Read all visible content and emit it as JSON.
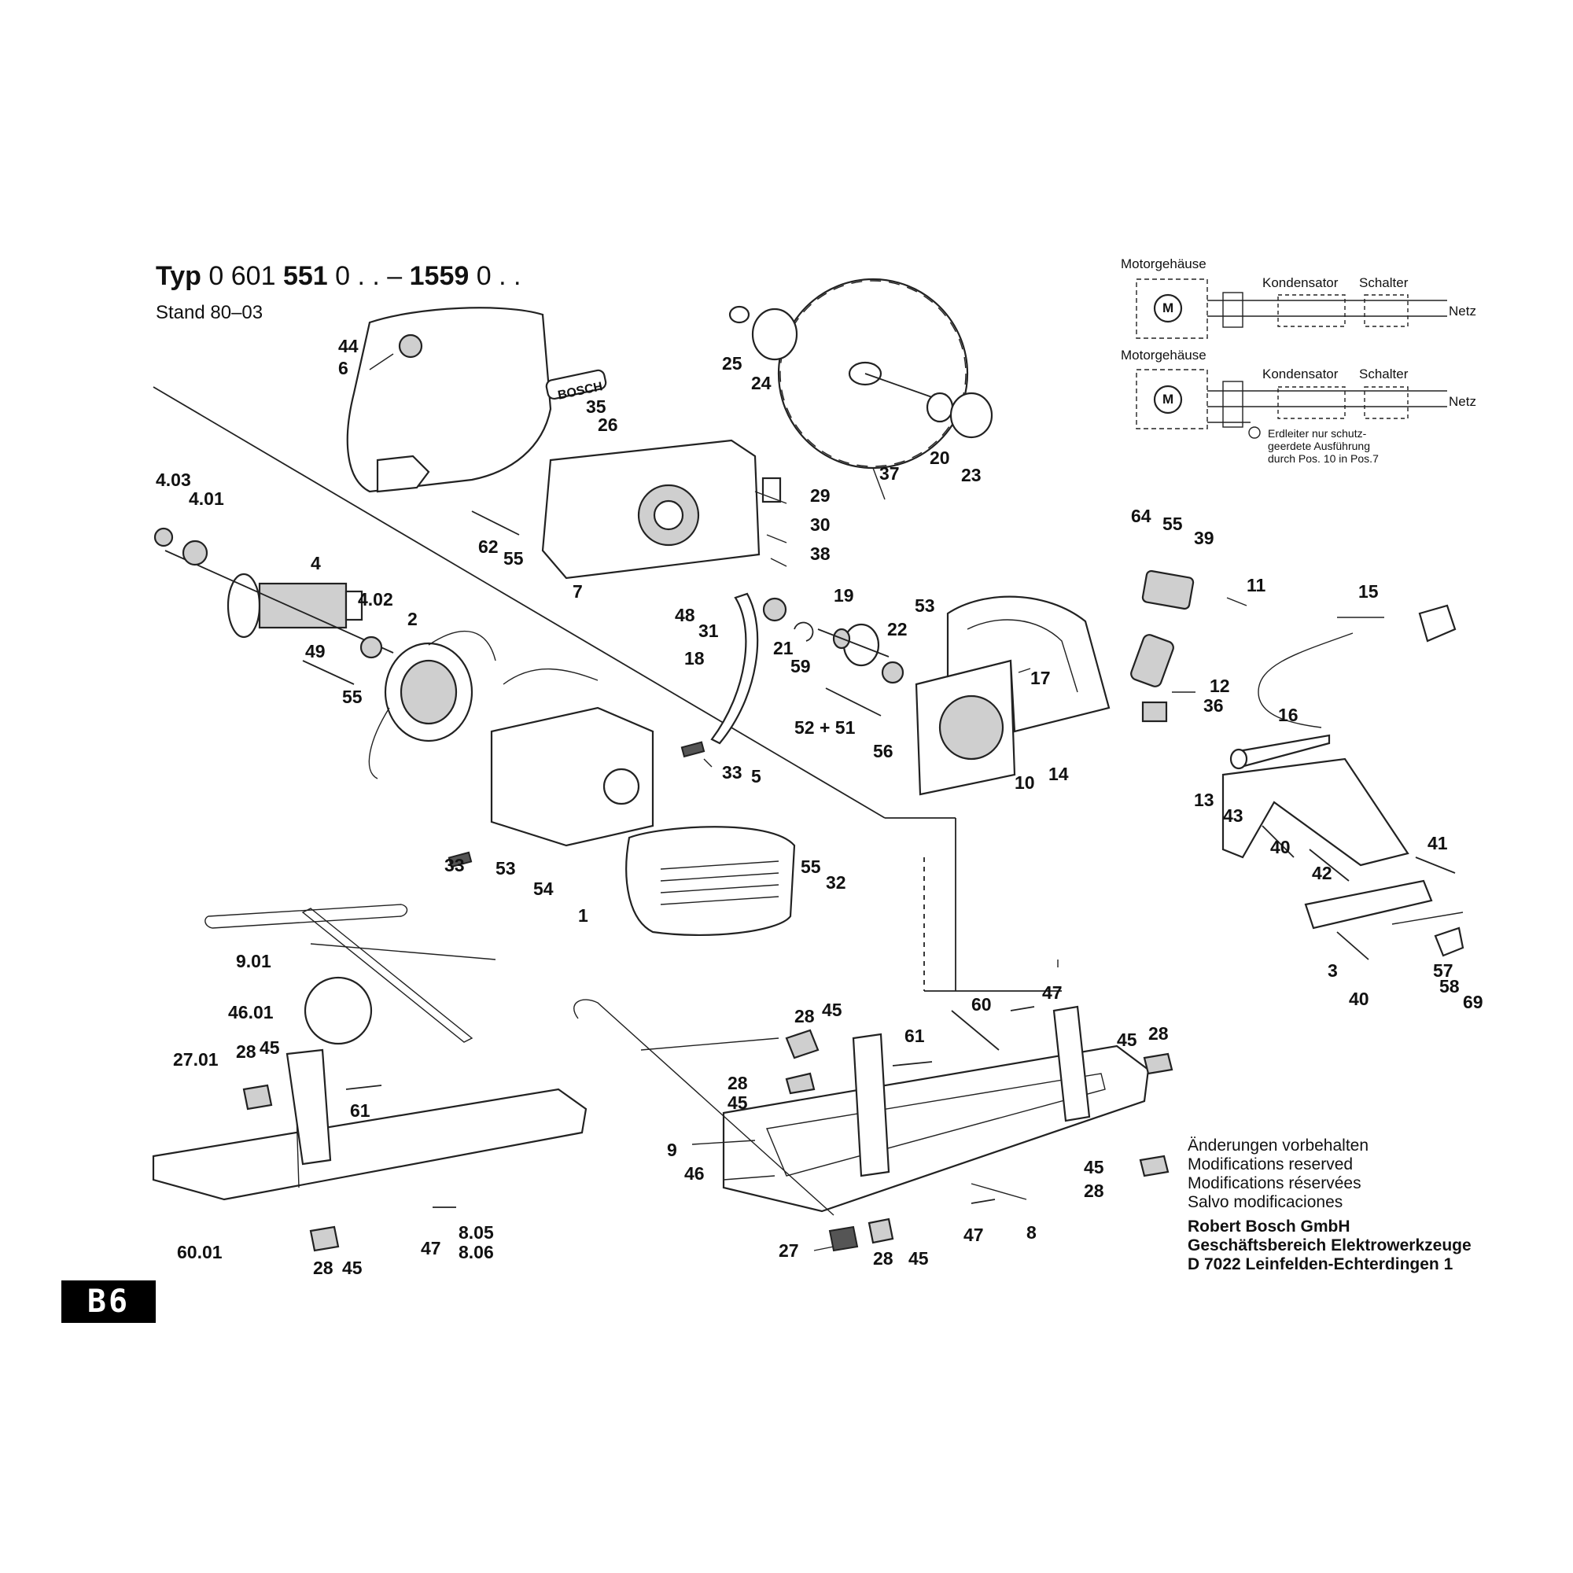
{
  "header": {
    "typ_word": "Typ",
    "typ_prefix": "0 601",
    "typ_bold_1": "551",
    "typ_mid": "0 . . –",
    "typ_bold_2": "1559",
    "typ_suffix": "0 . .",
    "stand": "Stand 80–03"
  },
  "wiring": {
    "motor_housing_1": "Motorgehäuse",
    "capacitor_1": "Kondensator",
    "switch_1": "Schalter",
    "mains_1": "Netz",
    "motor_housing_2": "Motorgehäuse",
    "capacitor_2": "Kondensator",
    "switch_2": "Schalter",
    "mains_2": "Netz",
    "motor_symbol": "M",
    "earth_note": [
      "Erdleiter nur schutz-",
      "geerdete Ausführung",
      "durch Pos. 10 in Pos.7"
    ]
  },
  "brand_label": "BOSCH",
  "notes": [
    "Änderungen vorbehalten",
    "Modifications reserved",
    "Modifications réservées",
    "Salvo modificaciones"
  ],
  "company": [
    "Robert Bosch GmbH",
    "Geschäftsbereich Elektrowerkzeuge",
    "D 7022 Leinfelden-Echterdingen 1"
  ],
  "sheet_code": "B6",
  "callouts": [
    "44",
    "6",
    "35",
    "26",
    "25",
    "24",
    "37",
    "20",
    "23",
    "29",
    "30",
    "38",
    "62",
    "55",
    "7",
    "4.03",
    "4.01",
    "4",
    "4.02",
    "2",
    "49",
    "55",
    "48",
    "31",
    "18",
    "21",
    "59",
    "19",
    "22",
    "53",
    "17",
    "64",
    "55",
    "39",
    "11",
    "15",
    "12",
    "36",
    "16",
    "52 + 51",
    "56",
    "33",
    "5",
    "10",
    "14",
    "13",
    "43",
    "33",
    "53",
    "54",
    "1",
    "55",
    "32",
    "40",
    "42",
    "41",
    "3",
    "40",
    "57",
    "58",
    "69",
    "9.01",
    "46.01",
    "27.01",
    "28",
    "45",
    "61",
    "60.01",
    "28",
    "45",
    "47",
    "8.05",
    "8.06",
    "28",
    "45",
    "28",
    "45",
    "61",
    "60",
    "47",
    "45",
    "28",
    "9",
    "46",
    "45",
    "28",
    "8",
    "47",
    "27",
    "28",
    "45"
  ]
}
